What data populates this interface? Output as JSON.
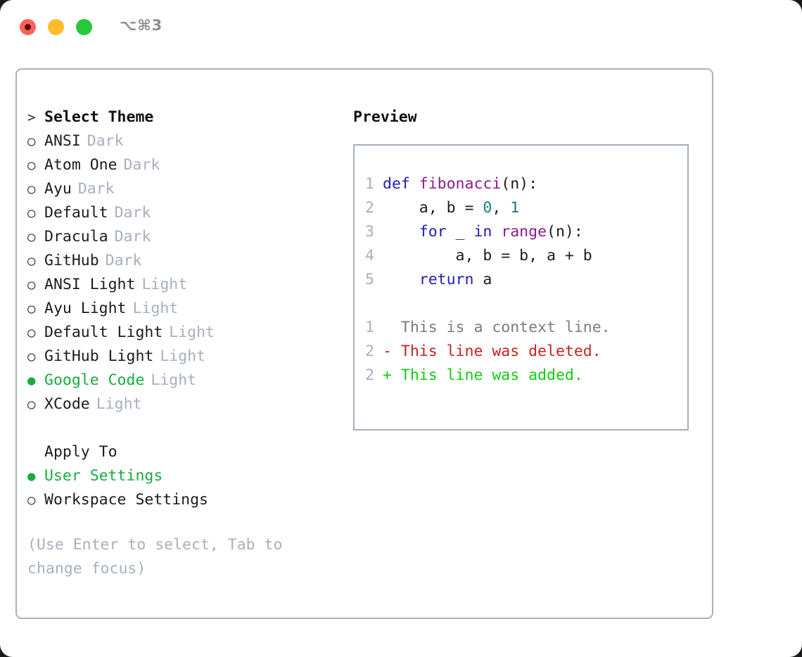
{
  "titlebar": {
    "shortcut": "⌥⌘3",
    "buttons": {
      "close": "close",
      "minimize": "minimize",
      "maximize": "maximize"
    }
  },
  "theme_section": {
    "prompt_marker": ">",
    "heading": "Select Theme",
    "bullet_unselected": "○",
    "bullet_selected": "●",
    "selected_color": "#17ac3f",
    "items": [
      {
        "bullet": "○",
        "name": "ANSI",
        "tag": "Dark",
        "selected": false
      },
      {
        "bullet": "○",
        "name": "Atom One",
        "tag": "Dark",
        "selected": false
      },
      {
        "bullet": "○",
        "name": "Ayu",
        "tag": "Dark",
        "selected": false
      },
      {
        "bullet": "○",
        "name": "Default",
        "tag": "Dark",
        "selected": false
      },
      {
        "bullet": "○",
        "name": "Dracula",
        "tag": "Dark",
        "selected": false
      },
      {
        "bullet": "○",
        "name": "GitHub",
        "tag": "Dark",
        "selected": false
      },
      {
        "bullet": "○",
        "name": "ANSI Light",
        "tag": "Light",
        "selected": false
      },
      {
        "bullet": "○",
        "name": "Ayu Light",
        "tag": "Light",
        "selected": false
      },
      {
        "bullet": "○",
        "name": "Default Light",
        "tag": "Light",
        "selected": false
      },
      {
        "bullet": "○",
        "name": "GitHub Light",
        "tag": "Light",
        "selected": false
      },
      {
        "bullet": "●",
        "name": "Google Code",
        "tag": "Light",
        "selected": true
      },
      {
        "bullet": "○",
        "name": "XCode",
        "tag": "Light",
        "selected": false
      }
    ]
  },
  "apply_section": {
    "heading": "Apply To",
    "items": [
      {
        "bullet": "●",
        "name": "User Settings",
        "selected": true
      },
      {
        "bullet": "○",
        "name": "Workspace Settings",
        "selected": false
      }
    ]
  },
  "hint": "(Use Enter to select, Tab to change focus)",
  "preview": {
    "title": "Preview",
    "code_lines": [
      {
        "num": "1",
        "tokens": [
          {
            "t": "def ",
            "c": "kw"
          },
          {
            "t": "fibonacci",
            "c": "fn"
          },
          {
            "t": "(n):",
            "c": "pl"
          }
        ]
      },
      {
        "num": "2",
        "tokens": [
          {
            "t": "    a, b = ",
            "c": "pl"
          },
          {
            "t": "0",
            "c": "num"
          },
          {
            "t": ", ",
            "c": "pl"
          },
          {
            "t": "1",
            "c": "num"
          }
        ]
      },
      {
        "num": "3",
        "tokens": [
          {
            "t": "    for",
            "c": "kw"
          },
          {
            "t": " _ ",
            "c": "pl"
          },
          {
            "t": "in",
            "c": "kw"
          },
          {
            "t": " ",
            "c": "pl"
          },
          {
            "t": "range",
            "c": "fn"
          },
          {
            "t": "(n):",
            "c": "pl"
          }
        ]
      },
      {
        "num": "4",
        "tokens": [
          {
            "t": "        a, b = b, a + b",
            "c": "pl"
          }
        ]
      },
      {
        "num": "5",
        "tokens": [
          {
            "t": "    return",
            "c": "kw"
          },
          {
            "t": " a",
            "c": "pl"
          }
        ]
      }
    ],
    "diff_lines": [
      {
        "num": "1",
        "prefix": "  ",
        "text": "This is a context line.",
        "kind": "ctx"
      },
      {
        "num": "2",
        "prefix": "- ",
        "text": "This line was deleted.",
        "kind": "del"
      },
      {
        "num": "2",
        "prefix": "+ ",
        "text": "This line was added.",
        "kind": "add"
      }
    ],
    "colors": {
      "keyword": "#2020b0",
      "function": "#8e1b8e",
      "number": "#167c7c",
      "plain": "#1c1c1c",
      "line_number": "#a7b0bd",
      "diff_context": "#7c7c7c",
      "diff_deleted": "#cc2020",
      "diff_added": "#12cc12"
    }
  }
}
